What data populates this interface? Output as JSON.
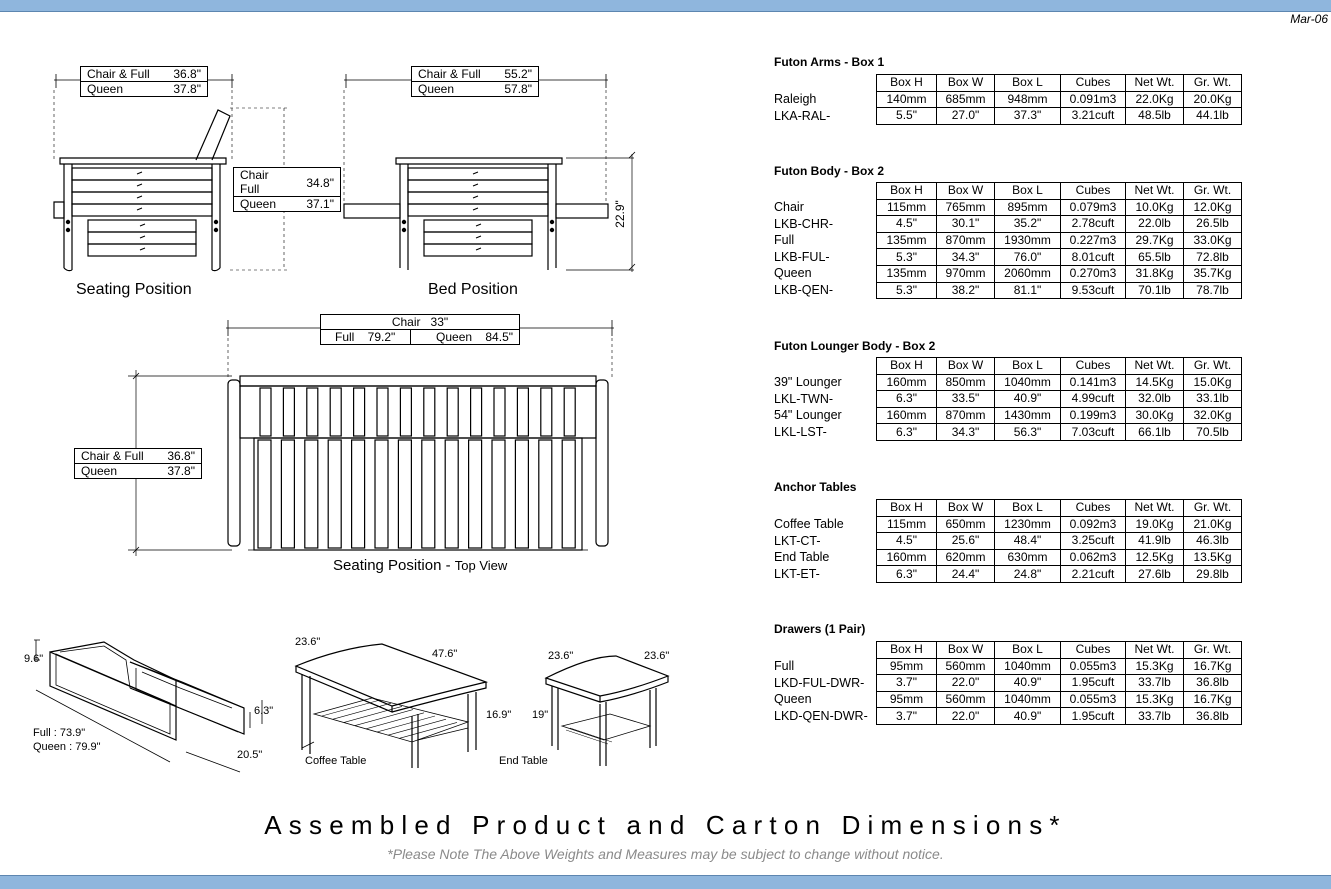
{
  "header": {
    "date": "Mar-06"
  },
  "drawings": {
    "seating_arm_box": [
      {
        "label": "Chair & Full",
        "value": "36.8\""
      },
      {
        "label": "Queen",
        "value": "37.8\""
      }
    ],
    "chair_height_box": [
      {
        "label": "Chair",
        "value": ""
      },
      {
        "label": "Full",
        "value": "34.8\""
      },
      {
        "label": "Queen",
        "value": "37.1\""
      }
    ],
    "bed_box": [
      {
        "label": "Chair & Full",
        "value": "55.2\""
      },
      {
        "label": "Queen",
        "value": "57.8\""
      }
    ],
    "bed_height": "22.9\"",
    "seating_caption": "Seating Position",
    "bed_caption": "Bed Position",
    "top_width_chair": "Chair   33\"",
    "top_width_full": "Full    79.2\"",
    "top_width_queen": "Queen    84.5\"",
    "top_depth_box": [
      {
        "label": "Chair & Full",
        "value": "36.8\""
      },
      {
        "label": "Queen",
        "value": "37.8\""
      }
    ],
    "top_caption_main": "Seating Position - ",
    "top_caption_sub": "Top View",
    "drawer_height": "9.6\"",
    "drawer_side": "6.3\"",
    "drawer_depth": "20.5\"",
    "drawer_full": "Full : 73.9\"",
    "drawer_queen": "Queen : 79.9\"",
    "coffee_depth": "23.6\"",
    "coffee_length": "47.6\"",
    "coffee_height": "16.9\"",
    "coffee_caption": "Coffee Table",
    "end_depth_left": "23.6\"",
    "end_depth_right": "23.6\"",
    "end_height": "19\"",
    "end_caption": "End Table"
  },
  "columns": [
    "Box H",
    "Box W",
    "Box L",
    "Cubes",
    "Net Wt.",
    "Gr. Wt."
  ],
  "sections": [
    {
      "title": "Futon Arms - Box 1",
      "rows": [
        {
          "label": "Raleigh",
          "cells": [
            "140mm",
            "685mm",
            "948mm",
            "0.091m3",
            "22.0Kg",
            "20.0Kg"
          ]
        },
        {
          "label": "LKA-RAL-",
          "cells": [
            "5.5\"",
            "27.0\"",
            "37.3\"",
            "3.21cuft",
            "48.5lb",
            "44.1lb"
          ]
        }
      ]
    },
    {
      "title": "Futon Body - Box 2",
      "rows": [
        {
          "label": "Chair",
          "cells": [
            "115mm",
            "765mm",
            "895mm",
            "0.079m3",
            "10.0Kg",
            "12.0Kg"
          ]
        },
        {
          "label": "LKB-CHR-",
          "cells": [
            "4.5\"",
            "30.1\"",
            "35.2\"",
            "2.78cuft",
            "22.0lb",
            "26.5lb"
          ]
        },
        {
          "label": "Full",
          "cells": [
            "135mm",
            "870mm",
            "1930mm",
            "0.227m3",
            "29.7Kg",
            "33.0Kg"
          ]
        },
        {
          "label": "LKB-FUL-",
          "cells": [
            "5.3\"",
            "34.3\"",
            "76.0\"",
            "8.01cuft",
            "65.5lb",
            "72.8lb"
          ]
        },
        {
          "label": "Queen",
          "cells": [
            "135mm",
            "970mm",
            "2060mm",
            "0.270m3",
            "31.8Kg",
            "35.7Kg"
          ]
        },
        {
          "label": "LKB-QEN-",
          "cells": [
            "5.3\"",
            "38.2\"",
            "81.1\"",
            "9.53cuft",
            "70.1lb",
            "78.7lb"
          ]
        }
      ]
    },
    {
      "title": "Futon Lounger Body - Box 2",
      "rows": [
        {
          "label": "39\" Lounger",
          "cells": [
            "160mm",
            "850mm",
            "1040mm",
            "0.141m3",
            "14.5Kg",
            "15.0Kg"
          ]
        },
        {
          "label": "LKL-TWN-",
          "cells": [
            "6.3\"",
            "33.5\"",
            "40.9\"",
            "4.99cuft",
            "32.0lb",
            "33.1lb"
          ]
        },
        {
          "label": "54\" Lounger",
          "cells": [
            "160mm",
            "870mm",
            "1430mm",
            "0.199m3",
            "30.0Kg",
            "32.0Kg"
          ]
        },
        {
          "label": "LKL-LST-",
          "cells": [
            "6.3\"",
            "34.3\"",
            "56.3\"",
            "7.03cuft",
            "66.1lb",
            "70.5lb"
          ]
        }
      ]
    },
    {
      "title": "Anchor Tables",
      "rows": [
        {
          "label": "Coffee Table",
          "cells": [
            "115mm",
            "650mm",
            "1230mm",
            "0.092m3",
            "19.0Kg",
            "21.0Kg"
          ]
        },
        {
          "label": "LKT-CT-",
          "cells": [
            "4.5\"",
            "25.6\"",
            "48.4\"",
            "3.25cuft",
            "41.9lb",
            "46.3lb"
          ]
        },
        {
          "label": "End Table",
          "cells": [
            "160mm",
            "620mm",
            "630mm",
            "0.062m3",
            "12.5Kg",
            "13.5Kg"
          ]
        },
        {
          "label": "LKT-ET-",
          "cells": [
            "6.3\"",
            "24.4\"",
            "24.8\"",
            "2.21cuft",
            "27.6lb",
            "29.8lb"
          ]
        }
      ]
    },
    {
      "title": "Drawers (1 Pair)",
      "rows": [
        {
          "label": "Full",
          "cells": [
            "95mm",
            "560mm",
            "1040mm",
            "0.055m3",
            "15.3Kg",
            "16.7Kg"
          ]
        },
        {
          "label": "LKD-FUL-DWR-",
          "cells": [
            "3.7\"",
            "22.0\"",
            "40.9\"",
            "1.95cuft",
            "33.7lb",
            "36.8lb"
          ]
        },
        {
          "label": "Queen",
          "cells": [
            "95mm",
            "560mm",
            "1040mm",
            "0.055m3",
            "15.3Kg",
            "16.7Kg"
          ]
        },
        {
          "label": "LKD-QEN-DWR-",
          "cells": [
            "3.7\"",
            "22.0\"",
            "40.9\"",
            "1.95cuft",
            "33.7lb",
            "36.8lb"
          ]
        }
      ]
    }
  ],
  "footer": {
    "title": "Assembled Product and Carton Dimensions*",
    "note": "*Please Note The Above Weights and Measures may be subject to change without notice."
  }
}
